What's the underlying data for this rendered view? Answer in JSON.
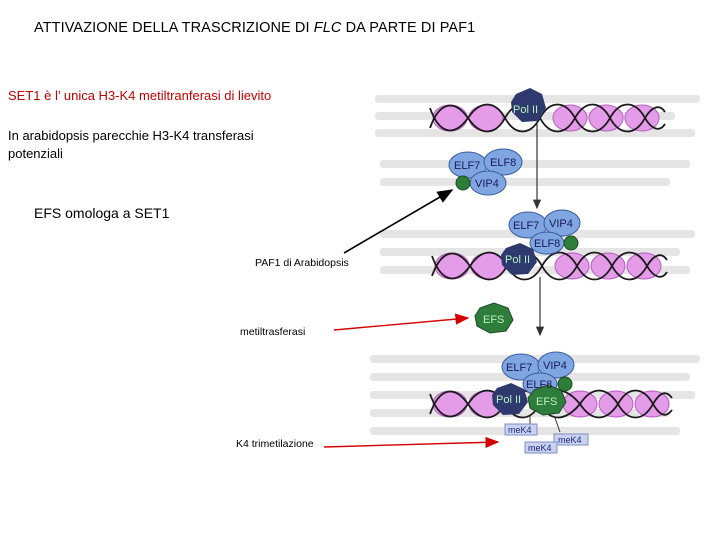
{
  "title": {
    "prefix": "ATTIVAZIONE DELLA TRASCRIZIONE DI ",
    "italic": "FLC",
    "suffix": " DA PARTE DI PAF1"
  },
  "notes": {
    "set1": "SET1 è l’ unica H3-K4 metiltranferasi di lievito",
    "arabidopsis": "In arabidopsis parecchie H3-K4 transferasi potenziali",
    "efs_homolog": "EFS omologa a SET1"
  },
  "labels": {
    "paf1": "PAF1 di Arabidopsis",
    "methyltransferase": "metiltrasferasi",
    "k4": "K4 trimetilazione"
  },
  "proteins": {
    "pol2": "Pol II",
    "elf7": "ELF7",
    "elf8": "ELF8",
    "vip4": "VIP4",
    "efs": "EFS"
  },
  "marks": {
    "mek4": "meK4"
  },
  "colors": {
    "protein_blue": "#7fa6e0",
    "pol2_navy": "#2e3a6e",
    "efs_green": "#2e7d3a",
    "histone_pink": "#e49be8",
    "label_arrow_black": "#000000",
    "label_arrow_red": "#d40000",
    "note_red": "#c00000"
  }
}
